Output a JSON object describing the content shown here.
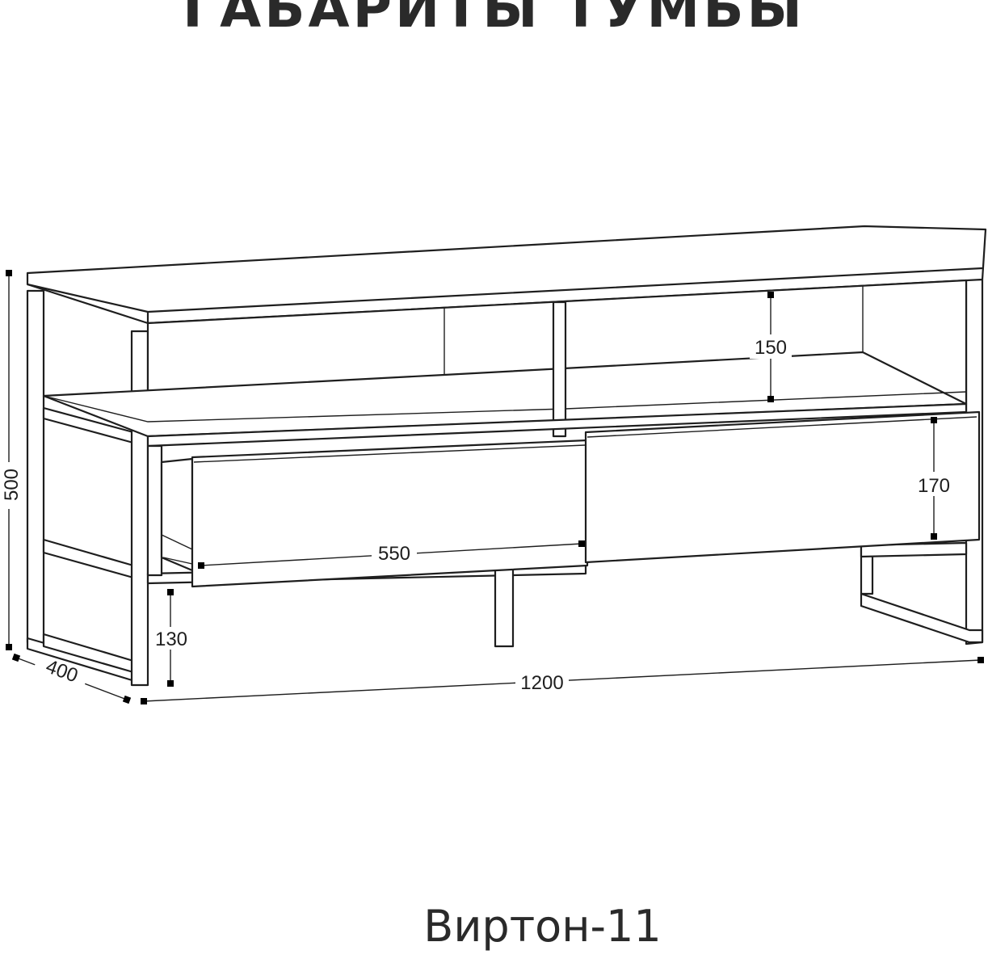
{
  "title": "ГАБАРИТЫ ТУМБЫ",
  "model": "Виртон-11",
  "dimensions": {
    "height": "500",
    "depth": "400",
    "width": "1200",
    "shelf_height": "150",
    "drawer_height": "170",
    "drawer_width": "550",
    "clearance": "130"
  }
}
